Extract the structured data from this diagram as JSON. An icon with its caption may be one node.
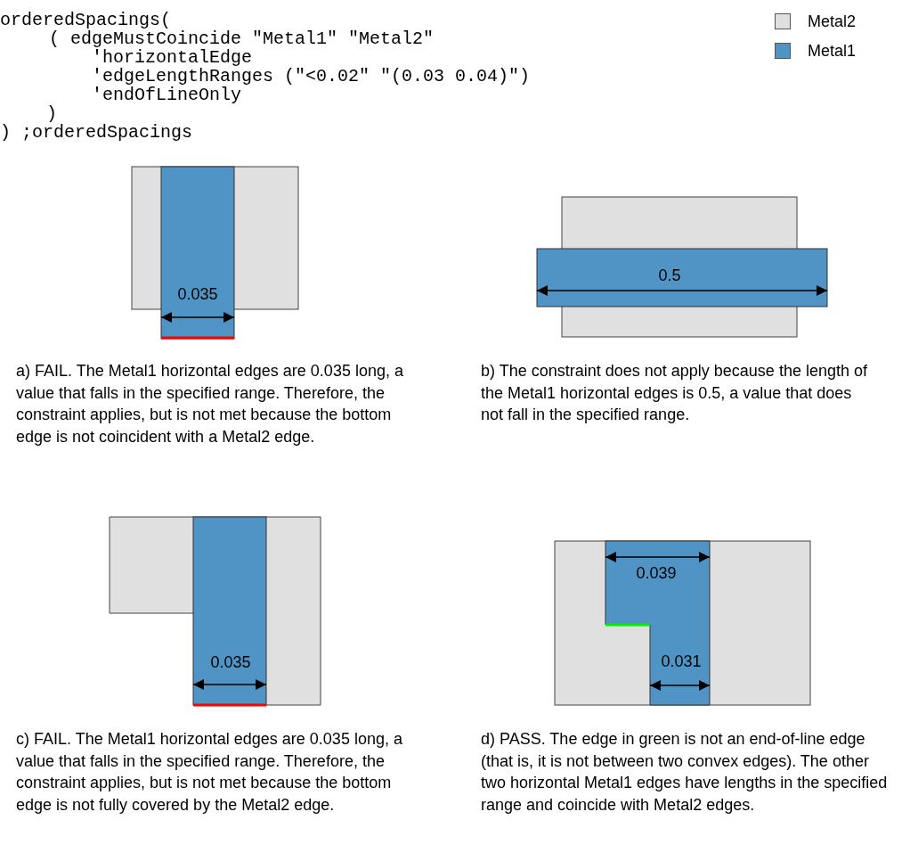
{
  "diagram": {
    "labels": [
      "orderedSpacings(",
      "( edgeMustCoincide \"Metal1\" \"Metal2\"",
      "'horizontalEdge",
      "'edgeLengthRanges (\"<0.02\" \"(0.03 0.04)\")",
      "'endOfLineOnly",
      ")",
      ") ;orderedSpacings",
      "0.035",
      "a) FAIL. The Metal1 horizontal edges are 0.035 long, a value that falls in the specified range. Therefore, the constraint applies, but is not met because the bottom edge is not coincident with a Metal2 edge.",
      "0.5",
      "b) The constraint does not apply because the length of the Metal1 horizontal edges is 0.5, a value that does not fall in the specified range.",
      "0.035",
      "c) FAIL. The Metal1 horizontal edges are 0.035 long, a value that falls in the specified range. Therefore, the constraint applies, but is not met because the bottom edge is not fully covered by the Metal2 edge.",
      "0.039",
      "0.031",
      "d) PASS. The edge in green is not an end-of-line edge (that is, it is not between two convex edges). The other two horizontal Metal1 edges have lengths in the specified range and coincide with Metal2 edges."
    ],
    "legend": [
      {
        "text": "Metal2",
        "color": "#e0e0e0"
      },
      {
        "text": "Metal1",
        "color": "#4f94c4"
      }
    ]
  }
}
